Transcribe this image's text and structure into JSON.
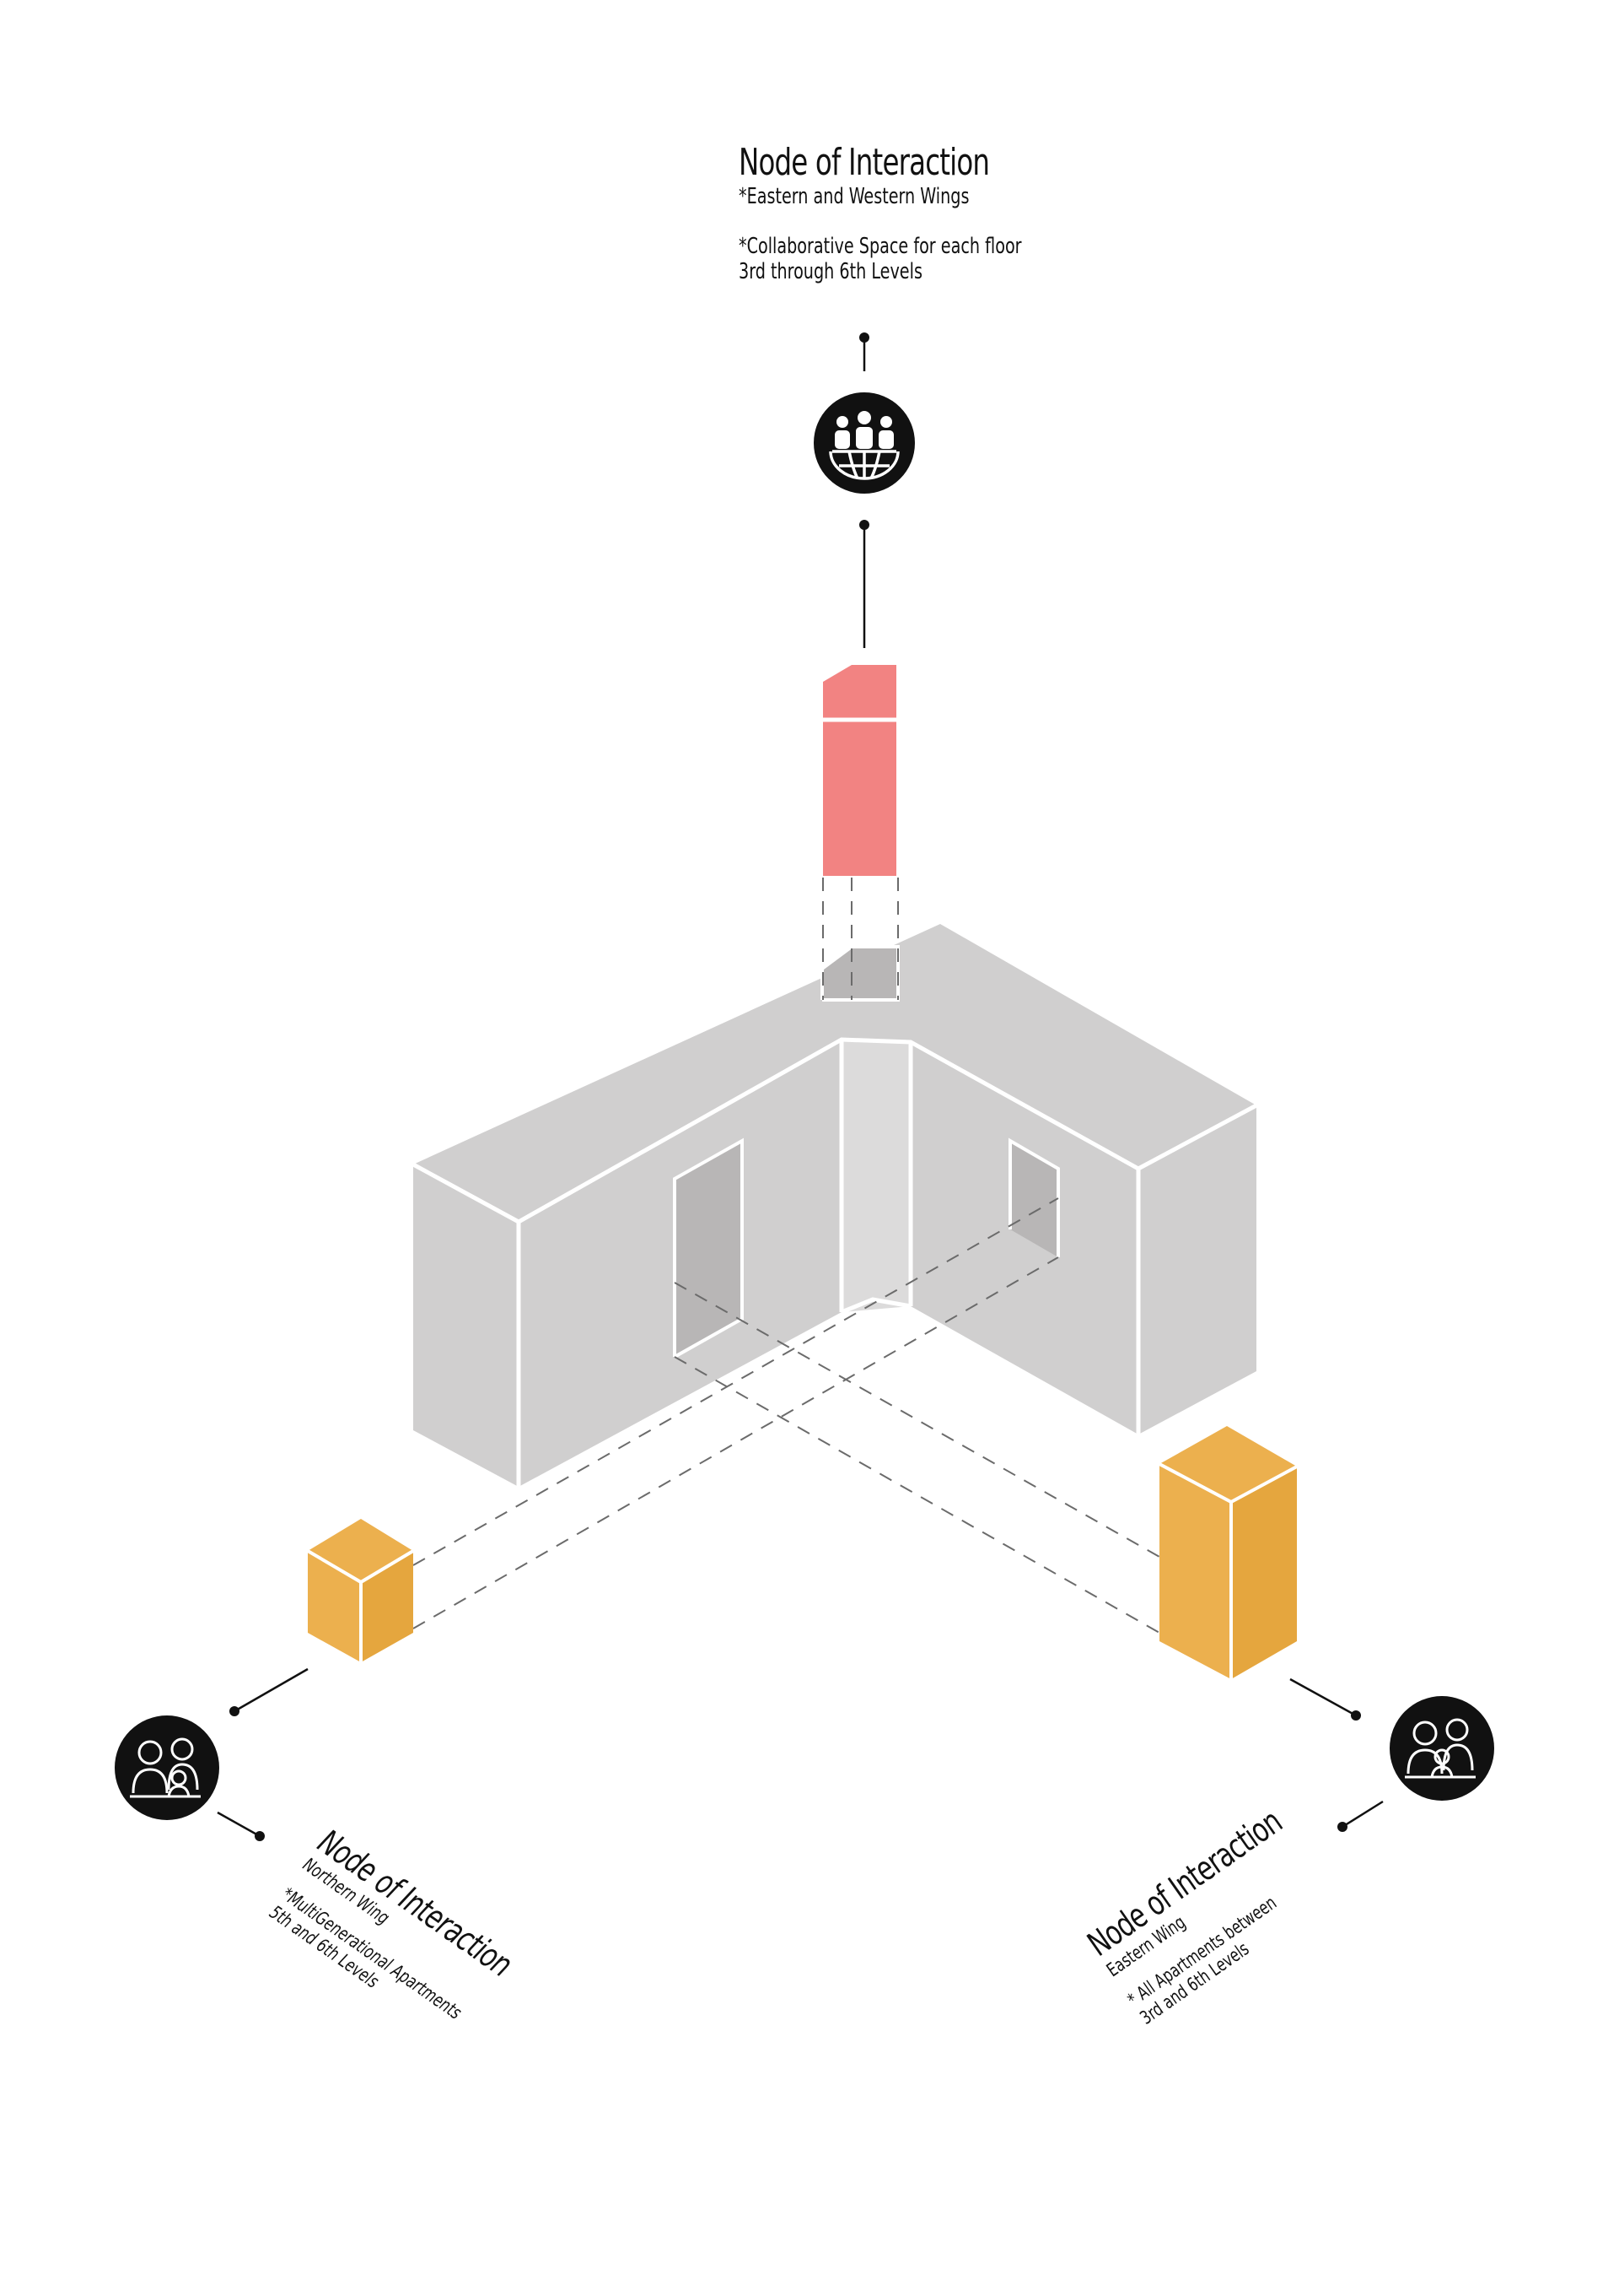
{
  "nodes": {
    "top": {
      "title": "Node of Interaction",
      "subtitle": "*Eastern and Western Wings",
      "note_line1": "*Collaborative Space for each floor",
      "note_line2": "3rd through 6th Levels",
      "icon": "globe-people-icon"
    },
    "left": {
      "title": "Node of Interaction",
      "subtitle": "Northern Wing",
      "note_line1": "*MultiGenerational Apartments",
      "note_line2": "5th and 6th Levels",
      "icon": "family-icon"
    },
    "right": {
      "title": "Node of Interaction",
      "subtitle": "Eastern Wing",
      "note_line1": "* All Apartments between",
      "note_line2": "3rd and 6th Levels",
      "icon": "family-icon"
    }
  },
  "colors": {
    "building": "#d0cfcf",
    "building_dark": "#b8b6b6",
    "building_light": "#dcdbdb",
    "node_red": "#f28382",
    "node_yellow": "#ecb04e",
    "node_yellow_dark": "#e5a63e",
    "icon_circle": "#111111",
    "outline": "#ffffff",
    "dash": "#6b6b6b"
  }
}
